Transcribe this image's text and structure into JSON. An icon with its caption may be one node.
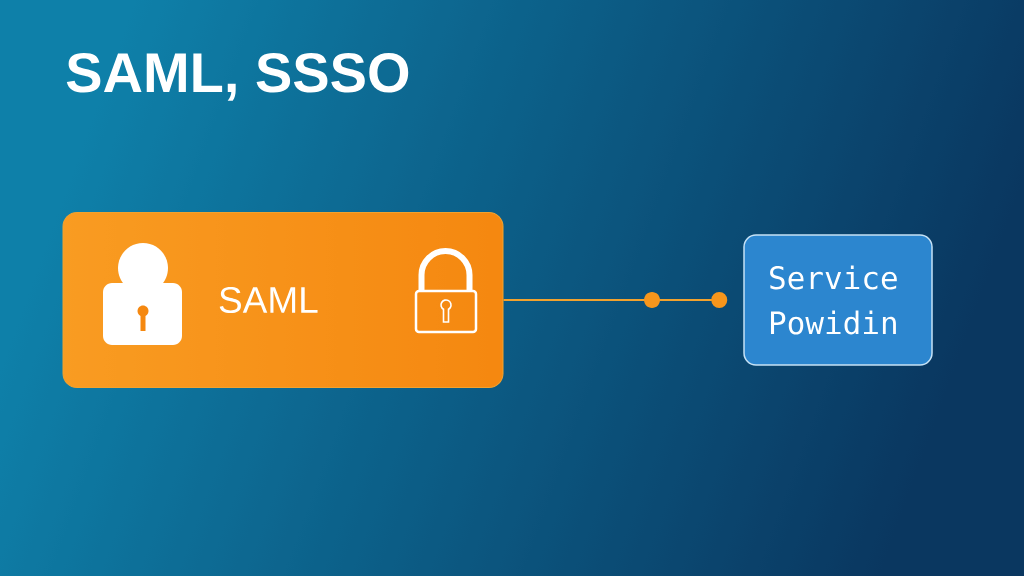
{
  "diagram": {
    "title": "SAML, SSSO",
    "nodes": [
      {
        "text": [
          "SAML"
        ]
      },
      {
        "text": [
          "Service Powidin"
        ]
      }
    ],
    "edges": [
      {
        "from": 0,
        "to": 1,
        "arrow": "other"
      }
    ]
  }
}
